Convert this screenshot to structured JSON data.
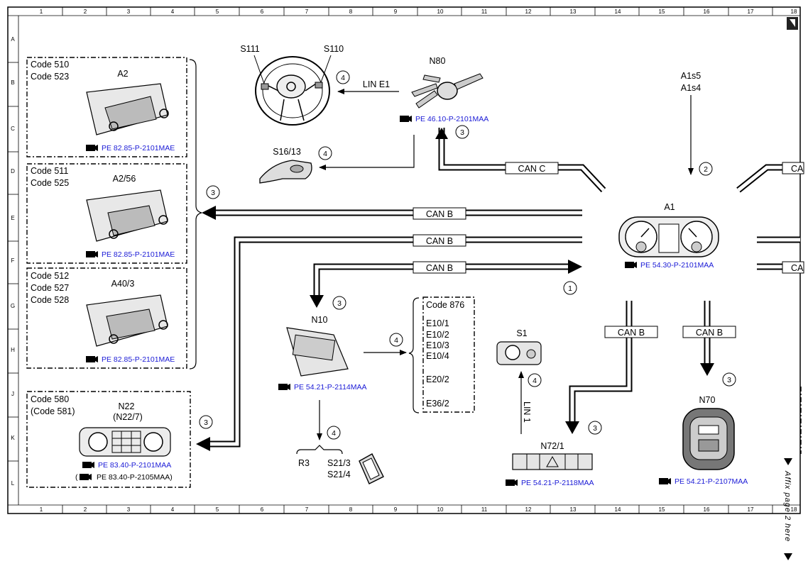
{
  "grid": {
    "columns": [
      "1",
      "2",
      "3",
      "4",
      "5",
      "6",
      "7",
      "8",
      "9",
      "10",
      "11",
      "12",
      "13",
      "14",
      "15",
      "16",
      "17",
      "18"
    ],
    "rows": [
      "A",
      "B",
      "C",
      "D",
      "E",
      "F",
      "G",
      "H",
      "J",
      "K",
      "L"
    ]
  },
  "groups": {
    "g510": {
      "code1": "Code 510",
      "code2": "Code 523",
      "unit": "A2",
      "ref": "PE 82.85-P-2101MAE"
    },
    "g511": {
      "code1": "Code 511",
      "code2": "Code 525",
      "unit": "A2/56",
      "ref": "PE 82.85-P-2101MAE"
    },
    "g512": {
      "code1": "Code 512",
      "code2": "Code 527",
      "code3": "Code 528",
      "unit": "A40/3",
      "ref": "PE 82.85-P-2101MAE"
    },
    "g580": {
      "code1": "Code 580",
      "code2": "(Code 581)",
      "unit": "N22",
      "unit2": "(N22/7)",
      "ref": "PE 83.40-P-2101MAA",
      "ref2": "PE 83.40-P-2105MAA)",
      "ref2_open": "("
    },
    "g876": {
      "title": "Code 876",
      "items": [
        "E10/1",
        "E10/2",
        "E10/3",
        "E10/4",
        "E20/2",
        "E36/2"
      ]
    }
  },
  "components": {
    "s111": "S111",
    "s110": "S110",
    "n80": "N80",
    "n80_ref": "PE 46.10-P-2101MAA",
    "lin_e1": "LIN E1",
    "s16_13": "S16/13",
    "a1s5": "A1s5",
    "a1s4": "A1s4",
    "a1": "A1",
    "a1_ref": "PE 54.30-P-2101MAA",
    "n10": "N10",
    "n10_ref": "PE 54.21-P-2114MAA",
    "s1": "S1",
    "lin1": "LIN 1",
    "n72_1": "N72/1",
    "n72_ref": "PE 54.21-P-2118MAA",
    "n70": "N70",
    "n70_ref": "PE 54.21-P-2107MAA",
    "r3": "R3",
    "s21_3": "S21/3",
    "s21_4": "S21/4"
  },
  "buses": {
    "can_c": "CAN C",
    "can_b": "CAN B",
    "can_c_cut": "CA",
    "can_c_cut2": "CA"
  },
  "circles": {
    "n1": "1",
    "n2": "2",
    "n3": "3",
    "n4": "4"
  },
  "side_note": "Affix page 2 here"
}
